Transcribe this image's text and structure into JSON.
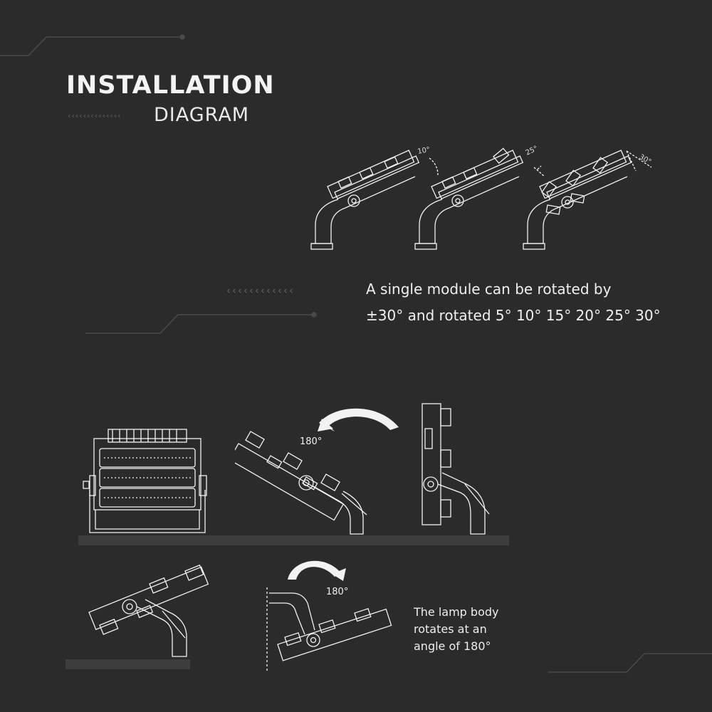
{
  "heading": {
    "title": "INSTALLATION",
    "subtitle": "DIAGRAM"
  },
  "module_rotation": {
    "angle_labels": [
      "10°",
      "25°",
      "30°"
    ],
    "note_line1": "A single module can be rotated by",
    "note_line2": "±30° and rotated  5° 10° 15° 20° 25° 30°"
  },
  "body_rotation": {
    "arrow_label_top": "180°",
    "arrow_label_bottom": "180°",
    "note_line1": "The lamp body",
    "note_line2": "rotates at  an",
    "note_line3": "angle of 180°"
  },
  "colors": {
    "background": "#2b2b2b",
    "line_art": "#f2f2f2",
    "deco_lines": "#4a4a4a"
  },
  "icons": [
    "chevron-row-decoration",
    "circuit-line-decoration",
    "rotate-arrow-icon"
  ]
}
